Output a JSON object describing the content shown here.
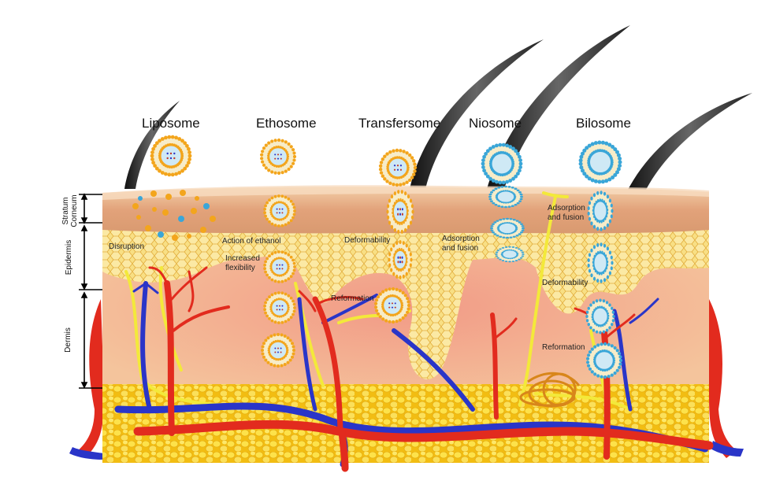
{
  "carriers": {
    "liposome": "Liposome",
    "ethosome": "Ethosome",
    "transfersome": "Transfersome",
    "niosome": "Niosome",
    "bilosome": "Bilosome"
  },
  "layers": {
    "stratum_line1": "Stratum",
    "stratum_line2": "Corneum",
    "epidermis": "Epidermis",
    "dermis": "Dermis"
  },
  "annotations": {
    "disruption": "Disruption",
    "action_ethanol": "Action of ethanol",
    "increased_line1": "Increased",
    "increased_line2": "flexibility",
    "deformability_transfersome": "Deformability",
    "reformation_transfersome": "Reformation",
    "adsorption_niosome_line1": "Adsorption",
    "adsorption_niosome_line2": "and fusion",
    "adsorption_bilosome_line1": "Adsorption",
    "adsorption_bilosome_line2": "and fusion",
    "deformability_bilosome": "Deformability",
    "reformation_bilosome": "Reformation"
  },
  "colors": {
    "skin_top": "#e9b48d",
    "epidermis": "#f6d36a",
    "dermis": "#f1a48a",
    "fat": "#f5c818",
    "artery": "#e22b1e",
    "vein": "#2a35c8",
    "nerve": "#f3e93a",
    "hair": "#2b2b2b",
    "lipid_head_orange": "#f3a51c",
    "lipid_head_blue": "#3aa6d8",
    "vesicle_core": "#cfe9f5"
  }
}
